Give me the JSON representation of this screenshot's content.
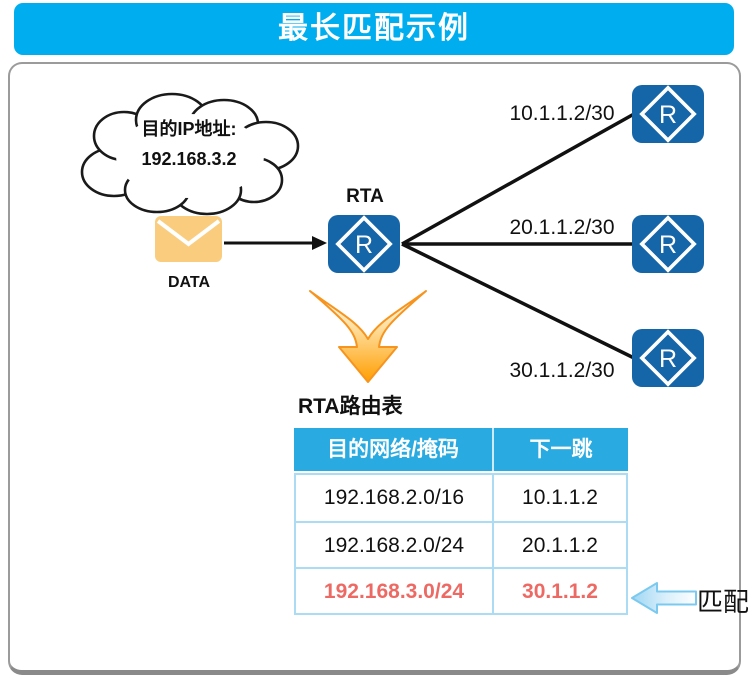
{
  "title": "最长匹配示例",
  "colors": {
    "title_bar_bg": "#00AEEF",
    "table_header_bg": "#29ABE2",
    "router_blue": "#1566A9",
    "highlight_red": "#ED6A64",
    "envelope_fill": "#FACD7E",
    "down_arrow_orange": "#FF9E00",
    "match_arrow_blue": "#7CC9F0",
    "table_grid": "#ABDCF3"
  },
  "cloud": {
    "line1": "目的IP地址:",
    "line2": "192.168.3.2"
  },
  "packet": {
    "label": "DATA"
  },
  "rta": {
    "label": "RTA"
  },
  "router_icon_letter": "R",
  "links": [
    {
      "label": "10.1.1.2/30"
    },
    {
      "label": "20.1.1.2/30"
    },
    {
      "label": "30.1.1.2/30"
    }
  ],
  "routing_table": {
    "title": "RTA路由表",
    "headers": [
      "目的网络/掩码",
      "下一跳"
    ],
    "rows": [
      {
        "destination": "192.168.2.0/16",
        "next_hop": "10.1.1.2",
        "highlight": false
      },
      {
        "destination": "192.168.2.0/24",
        "next_hop": "20.1.1.2",
        "highlight": false
      },
      {
        "destination": "192.168.3.0/24",
        "next_hop": "30.1.1.2",
        "highlight": true
      }
    ]
  },
  "match_label": "匹配"
}
